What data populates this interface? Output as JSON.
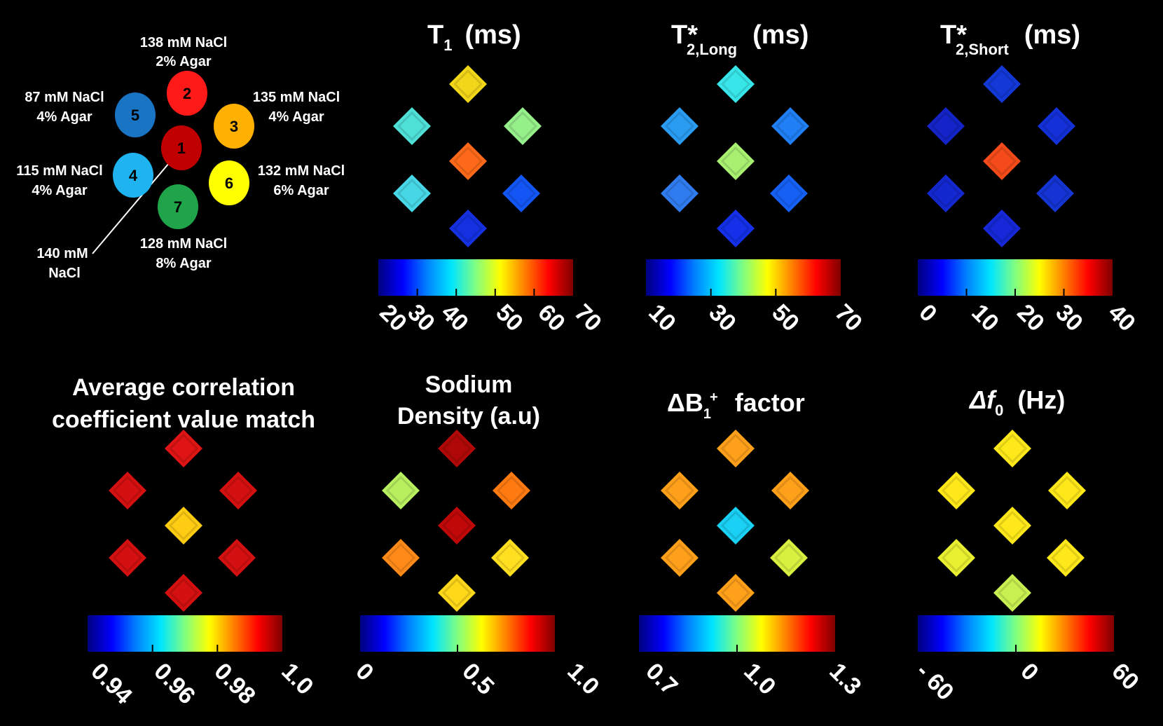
{
  "legend": {
    "tubes": [
      {
        "num": "1",
        "color": "#c00000"
      },
      {
        "num": "2",
        "color": "#ff1a1a"
      },
      {
        "num": "3",
        "color": "#ffb000"
      },
      {
        "num": "4",
        "color": "#1fb4f0"
      },
      {
        "num": "5",
        "color": "#1a74c4"
      },
      {
        "num": "6",
        "color": "#ffff00"
      },
      {
        "num": "7",
        "color": "#1fa44a"
      }
    ],
    "labels": [
      {
        "l1": "138 mM NaCl",
        "l2": "2% Agar"
      },
      {
        "l1": "87 mM NaCl",
        "l2": "4% Agar"
      },
      {
        "l1": "135 mM NaCl",
        "l2": "4% Agar"
      },
      {
        "l1": "115 mM NaCl",
        "l2": "4% Agar"
      },
      {
        "l1": "132  mM NaCl",
        "l2": "6% Agar"
      },
      {
        "l1": "128 mM NaCl",
        "l2": "8% Agar"
      },
      {
        "l1": "140 mM",
        "l2": "NaCl"
      }
    ]
  },
  "colorbar_stops": [
    "#00007f",
    "#0000ff",
    "#0080ff",
    "#00e5ff",
    "#80ff80",
    "#ffff00",
    "#ff8000",
    "#ff0000",
    "#7f0000"
  ],
  "panels": [
    {
      "title": "T",
      "title_sub": "1",
      "title_star": "",
      "title_rest": "(ms)",
      "ticks": [
        "20",
        "30",
        "40",
        "50",
        "60",
        "70"
      ],
      "spots": [
        "#f2d61a",
        "#4fe0d8",
        "#96f08a",
        "#ff6a1a",
        "#48d7e6",
        "#1456f5",
        "#1530e0"
      ]
    },
    {
      "title": "T",
      "title_sub": "2,Long",
      "title_star": "*",
      "title_rest": "(ms)",
      "ticks": [
        "10",
        "30",
        "50",
        "70"
      ],
      "spots": [
        "#38e6ea",
        "#2a9cf2",
        "#207ff5",
        "#a8f070",
        "#2f7cf0",
        "#1560f5",
        "#1430e8"
      ]
    },
    {
      "title": "T",
      "title_sub": "2,Short",
      "title_star": "*",
      "title_rest": "(ms)",
      "ticks": [
        "0",
        "10",
        "20",
        "30",
        "40"
      ],
      "spots": [
        "#1238d8",
        "#1424c8",
        "#1430d8",
        "#f54a1a",
        "#1428d0",
        "#1434d4",
        "#1628d8"
      ]
    },
    {
      "title": "Average correlation",
      "title_line2": "coefficient value match",
      "title_sub": "",
      "title_star": "",
      "title_rest": "",
      "ticks": [
        "0.94",
        "0.96",
        "0.98",
        "1.0"
      ],
      "spots": [
        "#e01414",
        "#d41010",
        "#d41010",
        "#ffcc14",
        "#d41010",
        "#d41010",
        "#d41010"
      ]
    },
    {
      "title": "Sodium",
      "title_line2": "Density (a.u)",
      "title_sub": "",
      "title_star": "",
      "title_rest": "",
      "ticks": [
        "0",
        "0.5",
        "1.0"
      ],
      "spots": [
        "#b00808",
        "#b8f060",
        "#ff7a10",
        "#c00808",
        "#ff8a1a",
        "#ffe020",
        "#ffd81a"
      ]
    },
    {
      "title": "ΔB",
      "title_sub": "1",
      "title_sup": "+",
      "title_star": "",
      "title_rest": "factor",
      "ticks": [
        "0.7",
        "1.0",
        "1.3"
      ],
      "spots": [
        "#ffa01a",
        "#ffa01a",
        "#ffa01a",
        "#1ad0f5",
        "#ffa01a",
        "#d8f040",
        "#ffa01a"
      ]
    },
    {
      "title": "Δf",
      "title_sub": "0",
      "title_star": "",
      "title_rest": "(Hz)",
      "ticks": [
        "- 60",
        "0",
        "60"
      ],
      "spots": [
        "#ffe81a",
        "#ffe81a",
        "#ffe81a",
        "#ffe81a",
        "#e8f030",
        "#ffe81a",
        "#c8f050"
      ]
    }
  ]
}
